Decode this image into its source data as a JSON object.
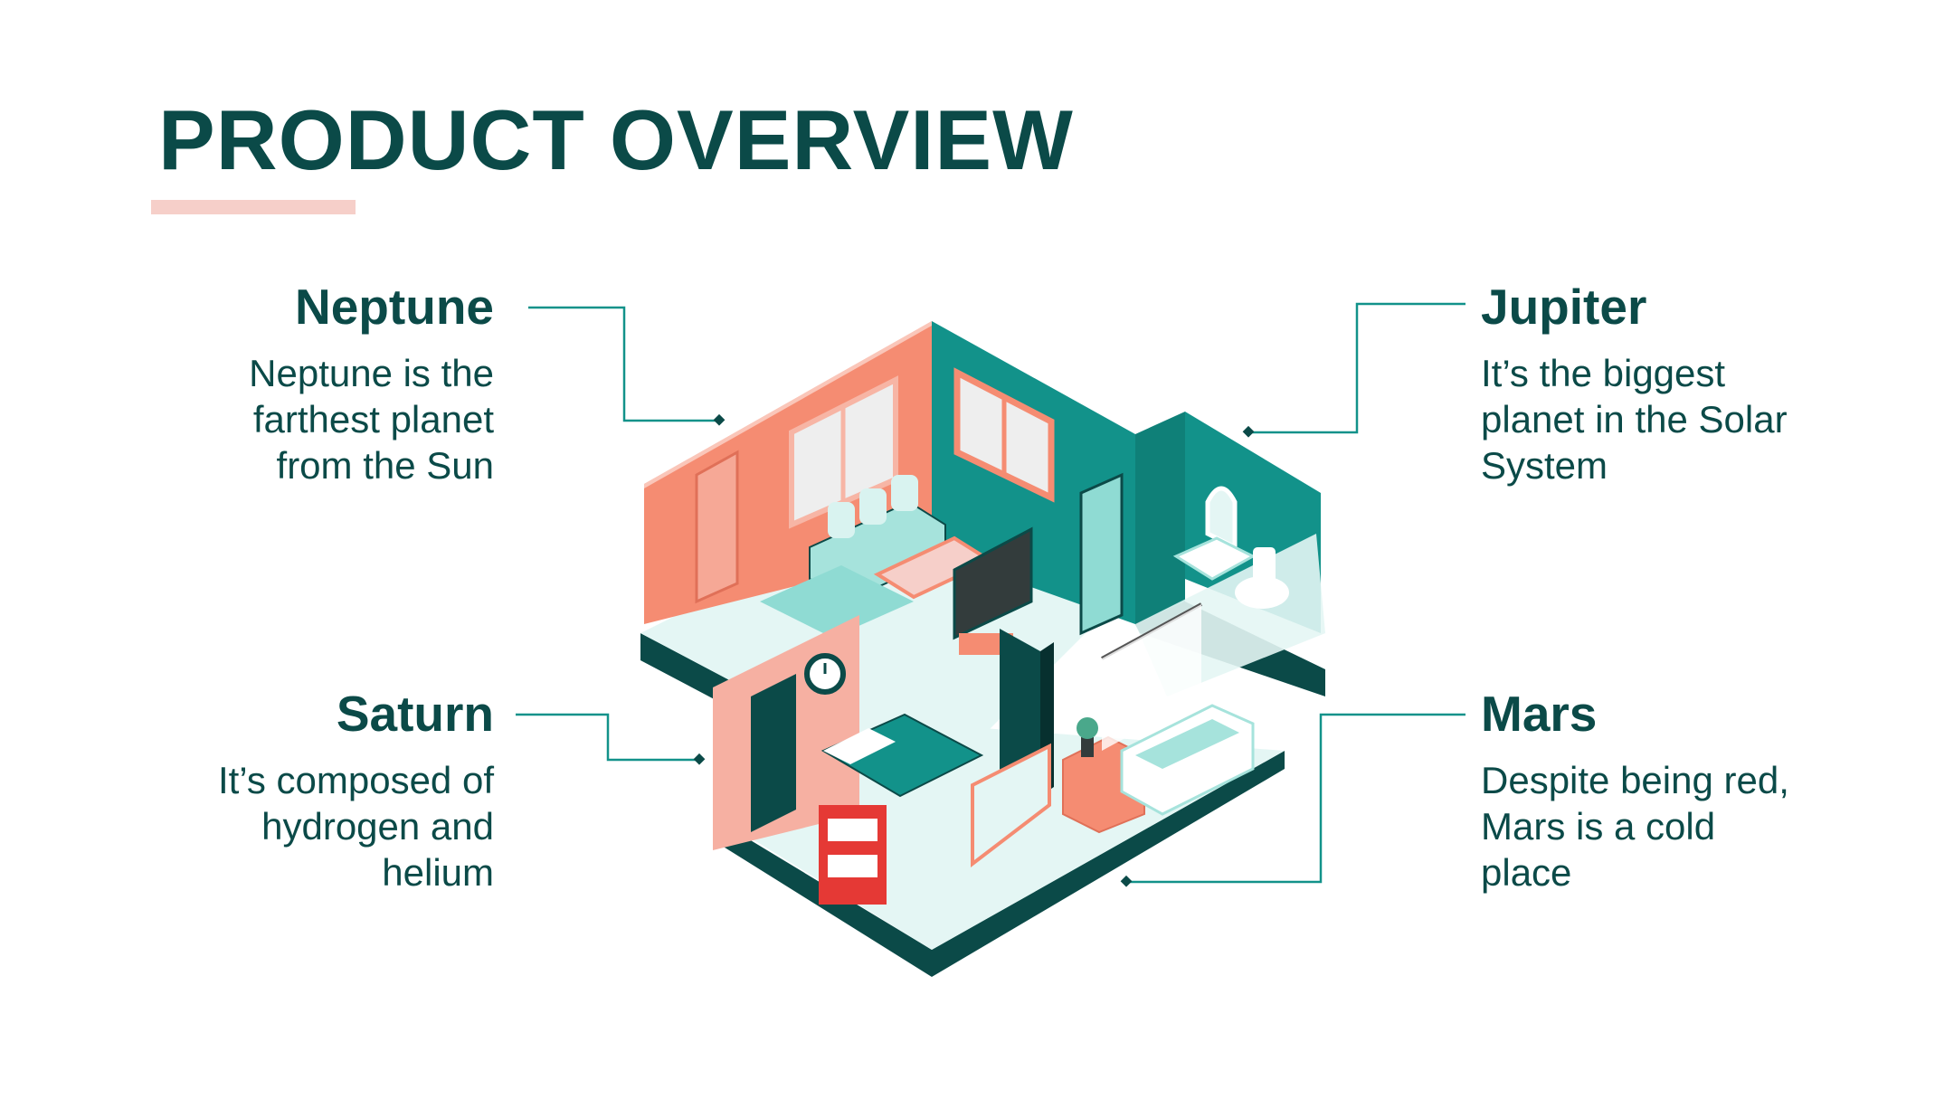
{
  "title": "PRODUCT OVERVIEW",
  "callouts": {
    "neptune": {
      "heading": "Neptune",
      "text": "Neptune is the\nfarthest planet\nfrom the Sun"
    },
    "jupiter": {
      "heading": "Jupiter",
      "text": "It’s the biggest\nplanet in the Solar\nSystem"
    },
    "saturn": {
      "heading": "Saturn",
      "text": "It’s composed of\nhydrogen and\nhelium"
    },
    "mars": {
      "heading": "Mars",
      "text": "Despite being red,\nMars is a cold\nplace"
    }
  },
  "colors": {
    "primary": "#0b4a48",
    "teal": "#12928a",
    "coral": "#f28a72",
    "accent_bar": "#f6cfc9"
  },
  "illustration": "isometric-house-cutaway"
}
